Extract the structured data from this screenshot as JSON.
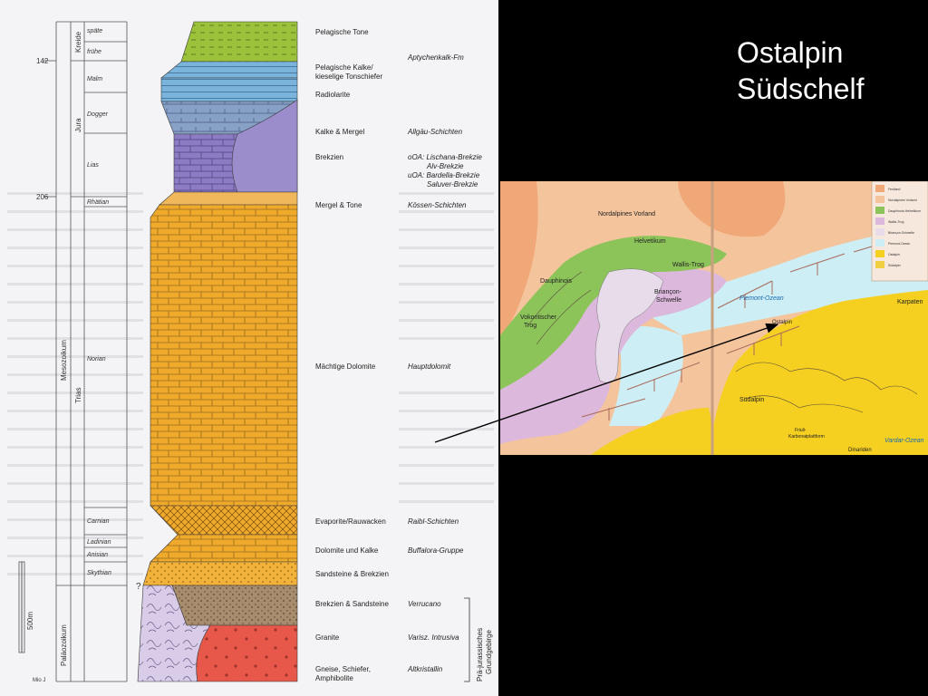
{
  "slide": {
    "title_line1": "Ostalpin",
    "title_line2": "Südschelf"
  },
  "column": {
    "ages": [
      "142",
      "206"
    ],
    "eras": [
      "Mesozoikum",
      "Paläozoikum"
    ],
    "systems": [
      "Kreide",
      "Jura",
      "Trias"
    ],
    "stages": [
      "späte",
      "frühe",
      "Malm",
      "Dogger",
      "Lias",
      "Rhätian",
      "Norian",
      "Carnian",
      "Ladinian",
      "Anisian",
      "Skythian"
    ],
    "scale_label": "500m",
    "bottom_label": "Mio J",
    "question": "?",
    "group_label_1": "Prä-jurassisches",
    "group_label_2": "Grundgebirge",
    "lithology": [
      "Pelagische Tone",
      "Pelagische Kalke/",
      "kieselige Tonschiefer",
      "Radiolarite",
      "Kalke & Mergel",
      "Brekzien",
      "Mergel & Tone",
      "Mächtige Dolomite",
      "Evaporite/Rauwacken",
      "Dolomite und Kalke",
      "Sandsteine & Brekzien",
      "Brekzien & Sandsteine",
      "Granite",
      "Gneise, Schiefer,",
      "Amphibolite"
    ],
    "formations": [
      "Aptychenkalk-Fm",
      "Allgäu-Schichten",
      "oOA: Lischana-Brekzie",
      "Alv-Brekzie",
      "uOA: Bardella-Brekzie",
      "Saluver-Brekzie",
      "Kössen-Schichten",
      "Hauptdolomit",
      "Raibl-Schichten",
      "Buffalora-Gruppe",
      "Verrucano",
      "Varisz. Intrusiva",
      "Altkristallin"
    ]
  },
  "map": {
    "labels": [
      "Nordalpines Vorland",
      "Helvetikum",
      "Wallis-Trog",
      "Dauphinois",
      "Briançon-",
      "Schwelle",
      "Vokontischer",
      "Trog",
      "Piemont-Ozean",
      "Ostalpin",
      "Karpaten",
      "Südalpin",
      "Friuli-",
      "Karbonatplattform",
      "Dinariden",
      "Vardar-Ozean"
    ],
    "legend_labels": [
      "Festland",
      "Nordalpines Vorland",
      "Dauphinois-Helvetikum",
      "Wallis-Trog",
      "Briançon-Schwelle",
      "Piemont-Ozean",
      "Ostalpin",
      "Südalpin"
    ],
    "colors": {
      "orange": "#f0a878",
      "green": "#8cc45a",
      "violet": "#dcb8dc",
      "cyan": "#cdeef4",
      "yellow": "#f5d020",
      "paper": "#f4c49c"
    }
  },
  "colors": {
    "green": "#9cc23c",
    "blue": "#7ab4dc",
    "steel": "#86a0c6",
    "purple": "#8c7cc4",
    "orange": "#efaa2c",
    "brown": "#a88c6e",
    "red": "#e8584a",
    "lavender": "#d8cce8"
  }
}
